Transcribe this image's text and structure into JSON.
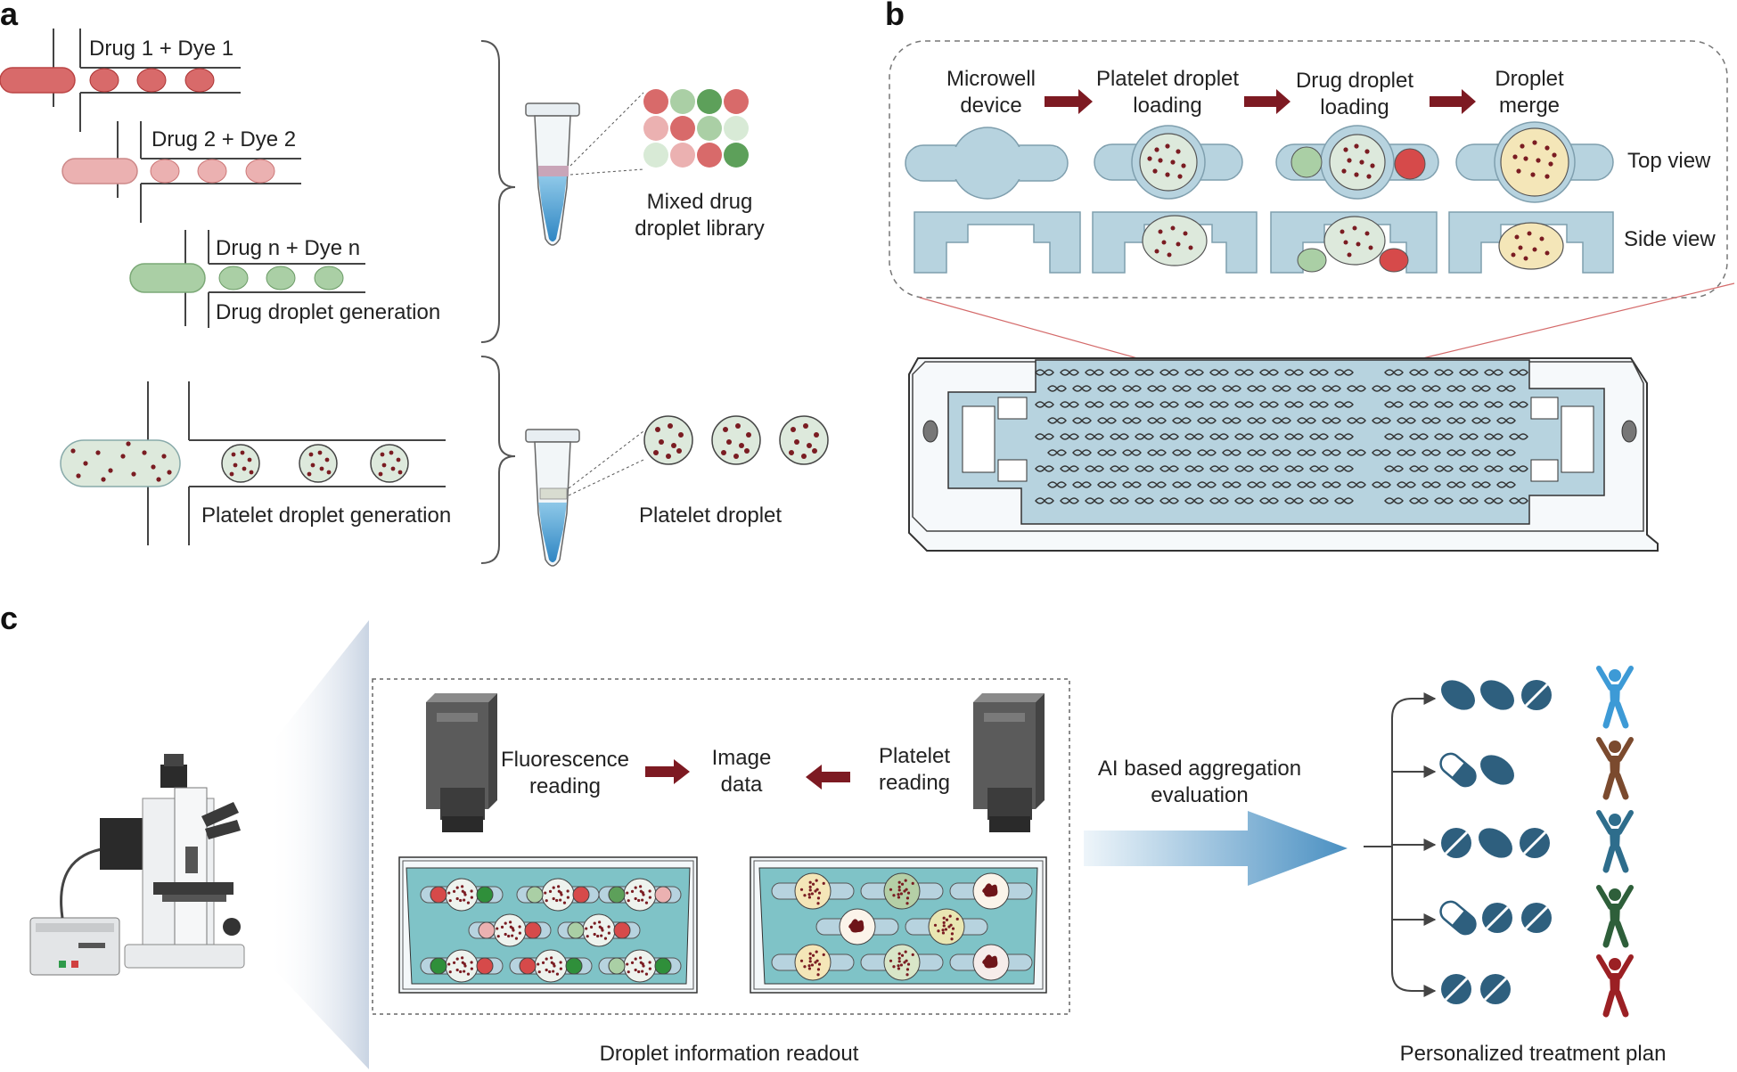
{
  "panels": {
    "a": "a",
    "b": "b",
    "c": "c"
  },
  "panel_a": {
    "drug1": "Drug 1 + Dye 1",
    "drug2": "Drug 2 + Dye 2",
    "drugn": "Drug n + Dye n",
    "drug_gen": "Drug droplet generation",
    "library_line1": "Mixed drug",
    "library_line2": "droplet library",
    "platelet_gen": "Platelet droplet generation",
    "platelet_droplet": "Platelet droplet"
  },
  "panel_b": {
    "step1_l1": "Microwell",
    "step1_l2": "device",
    "step2_l1": "Platelet droplet",
    "step2_l2": "loading",
    "step3_l1": "Drug droplet",
    "step3_l2": "loading",
    "step4_l1": "Droplet",
    "step4_l2": "merge",
    "top_view": "Top view",
    "side_view": "Side view"
  },
  "panel_c": {
    "fluor_l1": "Fluorescence",
    "fluor_l2": "reading",
    "image_l1": "Image",
    "image_l2": "data",
    "plate_l1": "Platelet",
    "plate_l2": "reading",
    "ai_l1": "AI based aggregation",
    "ai_l2": "evaluation",
    "readout": "Droplet information readout",
    "plan": "Personalized treatment plan"
  },
  "colors": {
    "red": "#d86a6a",
    "pink": "#ebb1b1",
    "green": "#aacfa5",
    "chip": "#b7d3df",
    "arrow": "#7d1a22",
    "pill": "#2e5f7e",
    "person_blue": "#3d9ad6",
    "person_brown": "#7b4a2e",
    "person_teal": "#2e6d8c",
    "person_green": "#2e5f3a",
    "person_red": "#9b2024"
  }
}
